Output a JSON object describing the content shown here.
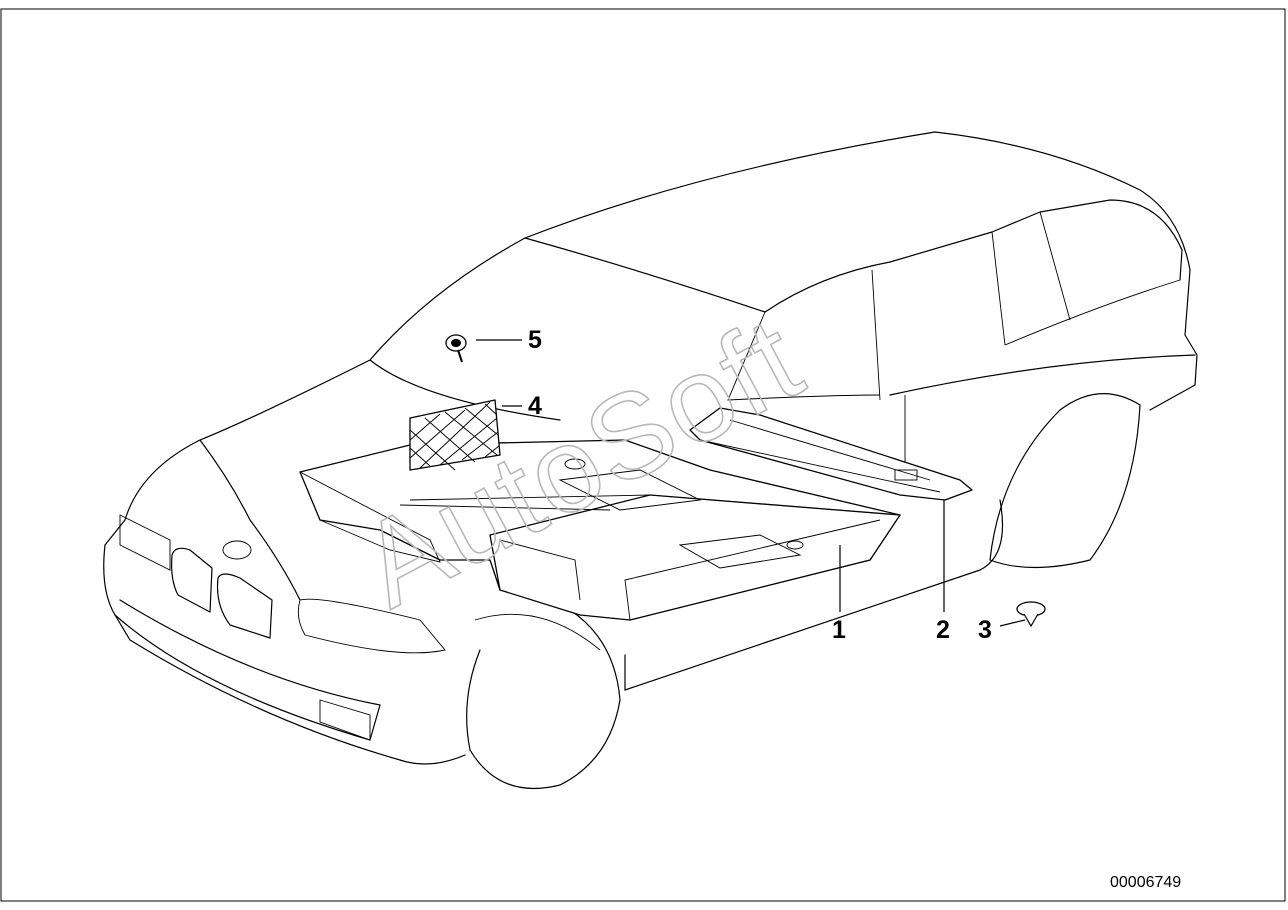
{
  "diagram": {
    "watermark": "AutoSoft",
    "document_number": "00006749",
    "callouts": [
      {
        "id": "1",
        "label": "1"
      },
      {
        "id": "2",
        "label": "2"
      },
      {
        "id": "3",
        "label": "3"
      },
      {
        "id": "4",
        "label": "4"
      },
      {
        "id": "5",
        "label": "5"
      }
    ]
  }
}
